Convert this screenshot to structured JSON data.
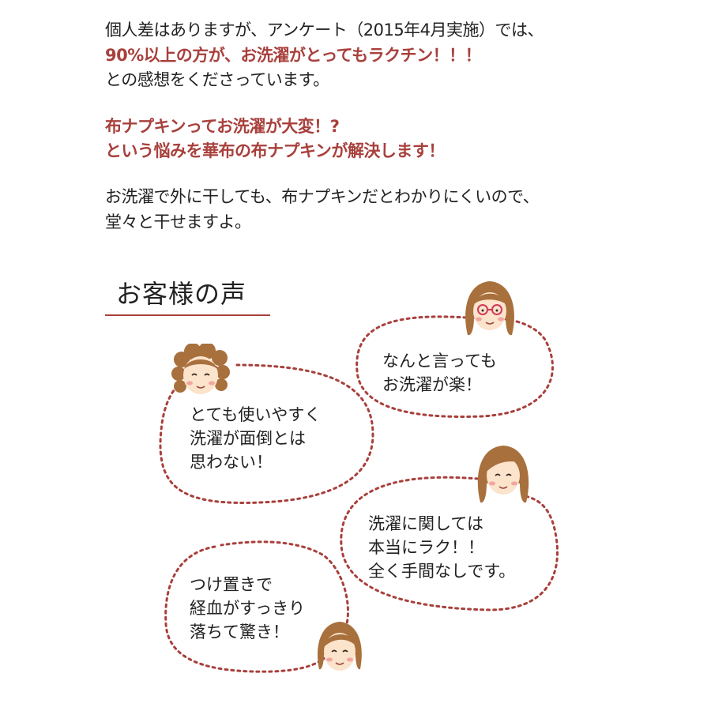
{
  "intro": {
    "line1": "個人差はありますが、アンケート（2015年4月実施）では、",
    "line2": "90%以上の方が、お洗濯がとってもラクチン！！！",
    "line3": "との感想をくださっています。",
    "line4": "布ナプキンってお洗濯が大変！?",
    "line5": "という悩みを華布の布ナプキンが解決します！",
    "line6": "お洗濯で外に干しても、布ナプキンだとわかりにくいので、",
    "line7": "堂々と干せますよ。"
  },
  "section": {
    "title": "お客様の声"
  },
  "testimonials": [
    {
      "line1": "なんと言っても",
      "line2": "お洗濯が楽！"
    },
    {
      "line1": "とても使いやすく",
      "line2": "洗濯が面倒とは",
      "line3": "思わない！"
    },
    {
      "line1": "洗濯に関しては",
      "line2": "本当にラク！！",
      "line3": "全く手間なしです。"
    },
    {
      "line1": "つけ置きで",
      "line2": "経血がすっきり",
      "line3": "落ちて驚き！"
    }
  ],
  "icons": [
    "face-glasses-icon",
    "face-curly-icon",
    "face-long-hair-icon",
    "face-short-hair-icon"
  ],
  "colors": {
    "accent": "#a8403c",
    "text": "#222222",
    "hair": "#a8703c",
    "skin": "#fbe3cc",
    "cheek": "#f2a6a0"
  }
}
